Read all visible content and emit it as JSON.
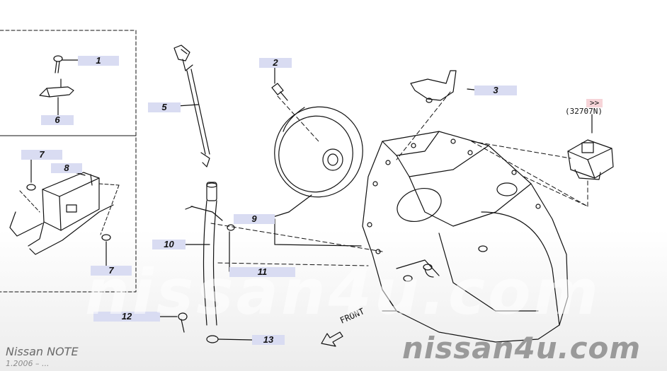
{
  "callouts": [
    {
      "id": "1",
      "label": "1"
    },
    {
      "id": "2",
      "label": "2"
    },
    {
      "id": "3",
      "label": "3"
    },
    {
      "id": "5",
      "label": "5"
    },
    {
      "id": "6",
      "label": "6"
    },
    {
      "id": "7a",
      "label": "7"
    },
    {
      "id": "7b",
      "label": "7"
    },
    {
      "id": "8",
      "label": "8"
    },
    {
      "id": "9",
      "label": "9"
    },
    {
      "id": "10",
      "label": "10"
    },
    {
      "id": "11",
      "label": "11"
    },
    {
      "id": "12",
      "label": "12"
    },
    {
      "id": "13",
      "label": "13"
    }
  ],
  "reference": {
    "arrow": ">>",
    "code": "(32707N)"
  },
  "front_label": "FRONT",
  "footer": {
    "model": "Nissan NOTE",
    "date": "1.2006 – ...",
    "watermark": "nissan4u.com"
  }
}
